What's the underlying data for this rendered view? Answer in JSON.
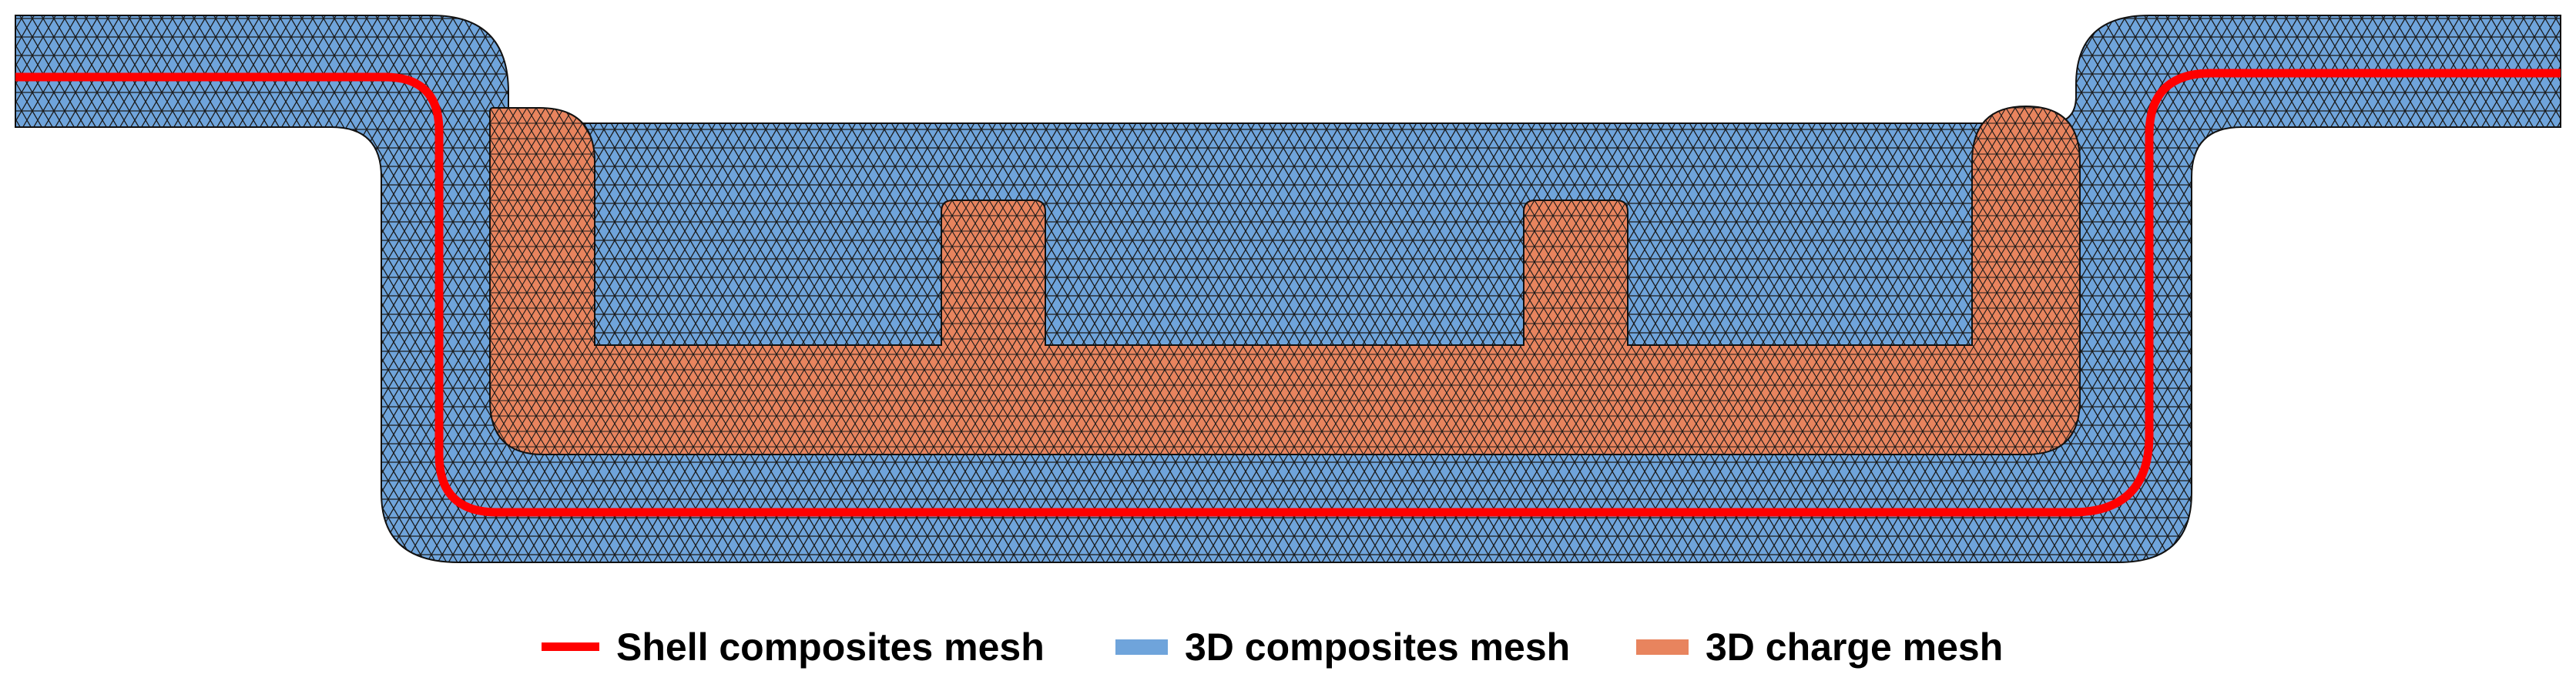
{
  "colors": {
    "composites_fill": "#6fa4db",
    "charge_fill": "#e8845e",
    "mesh_line": "#1a1a1a",
    "shell_line": "#ff0000",
    "outline": "#111111"
  },
  "legend": {
    "shell": {
      "label": "Shell composites mesh",
      "color": "#ff0000"
    },
    "composites3d": {
      "label": "3D composites mesh",
      "color": "#6fa4db"
    },
    "charge3d": {
      "label": "3D charge mesh",
      "color": "#e8845e"
    }
  },
  "parts": {
    "composites_name": "3d-composites-mesh",
    "charge_name": "3d-charge-mesh",
    "shell_name": "shell-composites-mesh"
  }
}
